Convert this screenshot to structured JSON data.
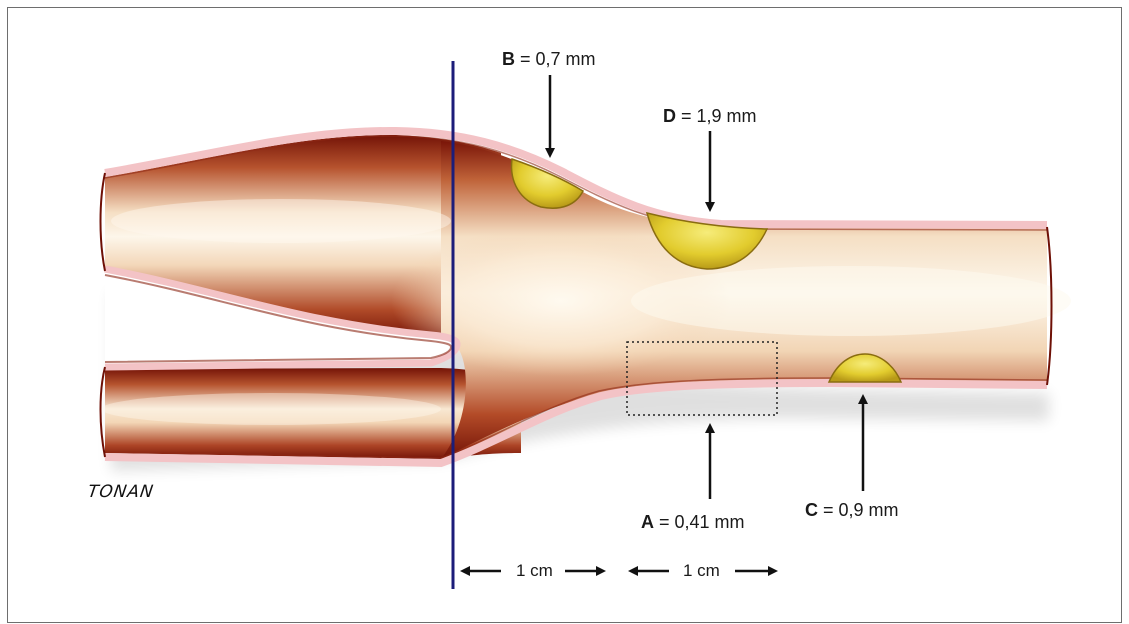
{
  "labels": {
    "b": {
      "letter": "B",
      "value": " = 0,7 mm"
    },
    "d": {
      "letter": "D",
      "value": " = 1,9 mm"
    },
    "a": {
      "letter": "A",
      "value": " = 0,41 mm"
    },
    "c": {
      "letter": "C",
      "value": " = 0,9 mm"
    }
  },
  "distances": {
    "first": "1 cm",
    "second": "1 cm"
  },
  "signature": "TONAN",
  "colors": {
    "vessel_wall": "#f3c3c6",
    "vessel_outer": "#7a1408",
    "vessel_lumen": "#fbf1dd",
    "plaque": "#e7d23a",
    "reference_line": "#1c1d7a"
  }
}
